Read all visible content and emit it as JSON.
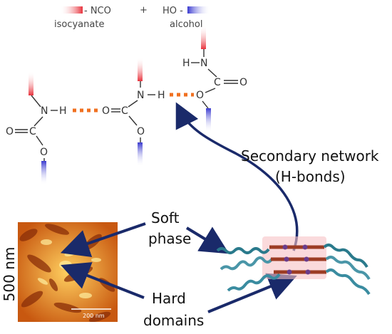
{
  "legend": {
    "nco_formula": "- NCO",
    "nco_name": "isocyanate",
    "plus": "+",
    "ho_formula": "HO -",
    "ho_name": "alcohol"
  },
  "atoms": {
    "N": "N",
    "H": "H",
    "C": "C",
    "O": "O"
  },
  "labels": {
    "secondary_network_line1": "Secondary network",
    "secondary_network_line2": "(H-bonds)",
    "soft_phase_line1": "Soft",
    "soft_phase_line2": "phase",
    "hard_domains_line1": "Hard",
    "hard_domains_line2": "domains",
    "afm_size": "500 nm",
    "afm_scalebar": "200 nm"
  },
  "colors": {
    "isocyanate": "#e8323c",
    "alcohol": "#3a3ad0",
    "hbond": "#f07020",
    "arrow": "#1a2a6a",
    "chain": "#2a7a8c",
    "hard_segment": "#9c3c24"
  }
}
